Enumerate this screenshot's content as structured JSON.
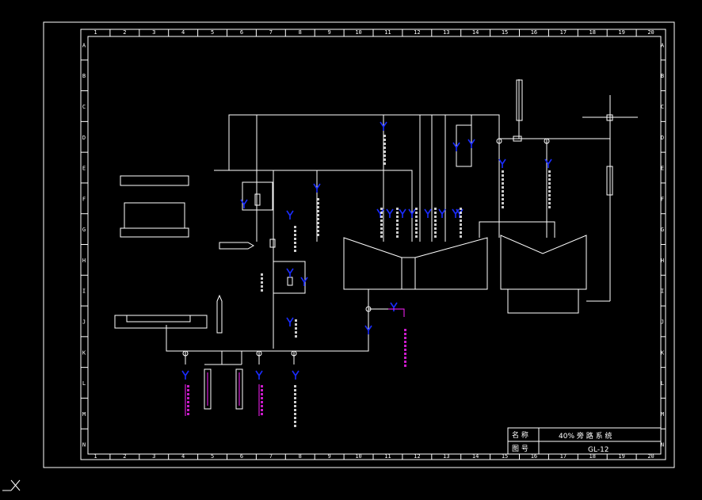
{
  "frame": {
    "columns": [
      "1",
      "2",
      "3",
      "4",
      "5",
      "6",
      "7",
      "8",
      "9",
      "10",
      "11",
      "12",
      "13",
      "14",
      "15",
      "16",
      "17",
      "18",
      "19",
      "20"
    ],
    "rows": [
      "A",
      "B",
      "C",
      "D",
      "E",
      "F",
      "G",
      "H",
      "I",
      "J",
      "K",
      "L",
      "M",
      "N"
    ]
  },
  "title_block": {
    "name_label": "名 称",
    "name_value": "40% 旁 路 系 统",
    "number_label": "图 号",
    "number_value": "GL-12"
  },
  "colors": {
    "line": "#ffffff",
    "valve": "#1a2cff",
    "drain": "#ff22ff"
  },
  "icons": {
    "ucs": "ucs-axis-icon"
  }
}
